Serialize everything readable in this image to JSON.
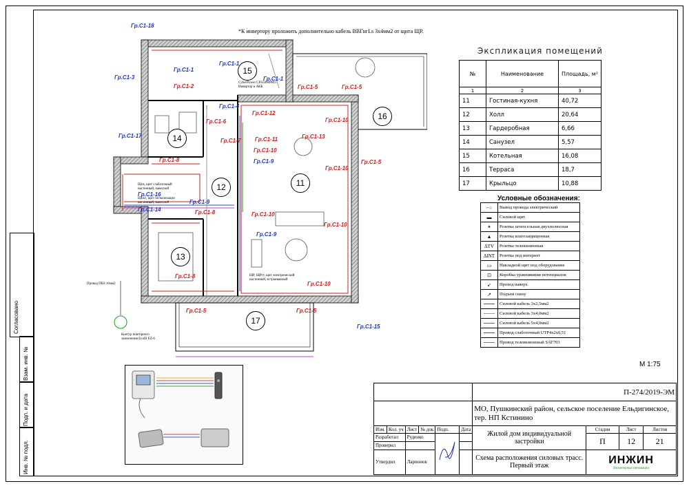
{
  "note_top": "*К инвертору проложить дополнительно кабель ВВГнгLs 3х4мм2 от щита ЩР.",
  "scale": "М 1:75",
  "explication": {
    "title": "Экспликация помещений",
    "headers": [
      "№",
      "Наименование",
      "Площадь, м²"
    ],
    "index_row": [
      "1",
      "2",
      "3"
    ],
    "rows": [
      [
        "11",
        "Гостиная-кухня",
        "40,72"
      ],
      [
        "12",
        "Холл",
        "20,64"
      ],
      [
        "13",
        "Гардеробная",
        "6,66"
      ],
      [
        "14",
        "Санузел",
        "5,57"
      ],
      [
        "15",
        "Котельная",
        "16,08"
      ],
      [
        "16",
        "Терраса",
        "18,7"
      ],
      [
        "17",
        "Крыльцо",
        "10,88"
      ]
    ]
  },
  "legend": {
    "title": "Условные обозначения:",
    "items": [
      {
        "sym": "⌐○",
        "label": "Вывод провода электрический",
        "color": "#000000"
      },
      {
        "sym": "▬",
        "label": "Силовой щит",
        "color": "#000000"
      },
      {
        "sym": "⚹",
        "label": "Розетка штепсельная двухполюсная",
        "color": "#000000"
      },
      {
        "sym": "▲",
        "label": "Розетка влагозащищенная",
        "color": "#000000"
      },
      {
        "sym": "ΔTV",
        "label": "Розетка телевизионная",
        "color": "#000000"
      },
      {
        "sym": "ΔINT",
        "label": "Розетка под интернет",
        "color": "#000000"
      },
      {
        "sym": "▭",
        "label": "Накладной щит под оборудование",
        "color": "#000000"
      },
      {
        "sym": "⊡",
        "label": "Коробка уравнивания потенциалов",
        "color": "#000000"
      },
      {
        "sym": "↙",
        "label": "Проход наверх",
        "color": "#000000"
      },
      {
        "sym": "↗",
        "label": "Подъем снизу",
        "color": "#000000"
      },
      {
        "sym": "",
        "label": "Силовой кабель 3х2,5мм2",
        "color": "#d21a1a"
      },
      {
        "sym": "",
        "label": "Силовой кабель 3х4,0мм2",
        "color": "#9a9a9a"
      },
      {
        "sym": "",
        "label": "Силовой кабель 5х4,0мм2",
        "color": "#19a119"
      },
      {
        "sym": "",
        "label": "Провод слаботочный UTP4х2х0,51",
        "color": "#2b4cd0"
      },
      {
        "sym": "",
        "label": "Провод телевизионный SAT703",
        "color": "#c040c0"
      }
    ]
  },
  "rooms": [
    "11",
    "12",
    "13",
    "14",
    "15",
    "16",
    "17"
  ],
  "group_labels": [
    {
      "t": "Гр.С1-18",
      "c": "blue"
    },
    {
      "t": "Гр.С1-3",
      "c": "blue"
    },
    {
      "t": "Гр.С1-1",
      "c": "blue"
    },
    {
      "t": "Гр.С1-2",
      "c": "red"
    },
    {
      "t": "Гр.С1-1",
      "c": "blue"
    },
    {
      "t": "Гр.С1-17",
      "c": "blue"
    },
    {
      "t": "Гр.С1-6",
      "c": "red"
    },
    {
      "t": "Гр.С1-7",
      "c": "red"
    },
    {
      "t": "Гр.С1-8",
      "c": "red"
    },
    {
      "t": "Гр.С1-5",
      "c": "red"
    },
    {
      "t": "Гр.С1-5",
      "c": "red"
    },
    {
      "t": "Гр.С1-12",
      "c": "red"
    },
    {
      "t": "Гр.С1-11",
      "c": "red"
    },
    {
      "t": "Гр.С1-10",
      "c": "red"
    },
    {
      "t": "Гр.С1-9",
      "c": "blue"
    },
    {
      "t": "Гр.С1-13",
      "c": "red"
    },
    {
      "t": "Гр.С1-10",
      "c": "red"
    },
    {
      "t": "Гр.С1-10",
      "c": "red"
    },
    {
      "t": "Гр.С1-5",
      "c": "red"
    },
    {
      "t": "Гр.С1-14",
      "c": "blue"
    },
    {
      "t": "Гр.С1-16",
      "c": "blue"
    },
    {
      "t": "Гр.С1-9",
      "c": "blue"
    },
    {
      "t": "Гр.С1-8",
      "c": "red"
    },
    {
      "t": "Гр.С1-10",
      "c": "red"
    },
    {
      "t": "Гр.С1-9",
      "c": "blue"
    },
    {
      "t": "Гр.С1-10",
      "c": "red"
    },
    {
      "t": "Гр.С1-8",
      "c": "red"
    },
    {
      "t": "Гр.С1-5",
      "c": "red"
    },
    {
      "t": "Гр.С1-5",
      "c": "red"
    },
    {
      "t": "Гр.С1-15",
      "c": "blue"
    },
    {
      "t": "Гр.С1-1",
      "c": "blue"
    },
    {
      "t": "Гр.С1-4",
      "c": "blue"
    },
    {
      "t": "Гр.С1-10",
      "c": "red"
    }
  ],
  "plan_notes": {
    "inverter": "CyberPower CPS5000PRO Инвертор и АКБ",
    "panel": "ЩР, ЩРтт, щит электрический настенный, встраиваемый",
    "weak_panel": "Щсв, щит слаботочный настенный, навесной",
    "comm_panel": "Щокс, щит сигнализации настенный, навесной",
    "ground": "Контур повторного заземления Ecofil EZ-6",
    "pvz": "Провод ПВЗ 16мм2"
  },
  "title_block": {
    "code": "П-274/2019-ЭМ",
    "address": "МО, Пушкинский район, сельское поселение Ельдигинское, тер. НП Кстинино",
    "object": "Жилой дом индивидуальной застройки",
    "sheet_title": "Схема расположения силовых трасс. Первый этаж",
    "header_cols": [
      "Изм.",
      "Кол. уч",
      "Лист",
      "№ док",
      "Подп.",
      "Дата"
    ],
    "roles": [
      {
        "role": "Разработал",
        "name": "Руденко"
      },
      {
        "role": "Проверил",
        "name": ""
      },
      {
        "role": "Утвердил",
        "name": "Ларионов"
      }
    ],
    "stage_headers": [
      "Стадия",
      "Лист",
      "Листов"
    ],
    "stage": "П",
    "sheet": "12",
    "sheets": "21",
    "logo": "ИНЖИН",
    "logo_sub": "Инженерные инновации"
  },
  "side_stamps": [
    "Согласовано",
    "Взам. инв. №",
    "Подп. и дата",
    "Инв. № подл."
  ]
}
